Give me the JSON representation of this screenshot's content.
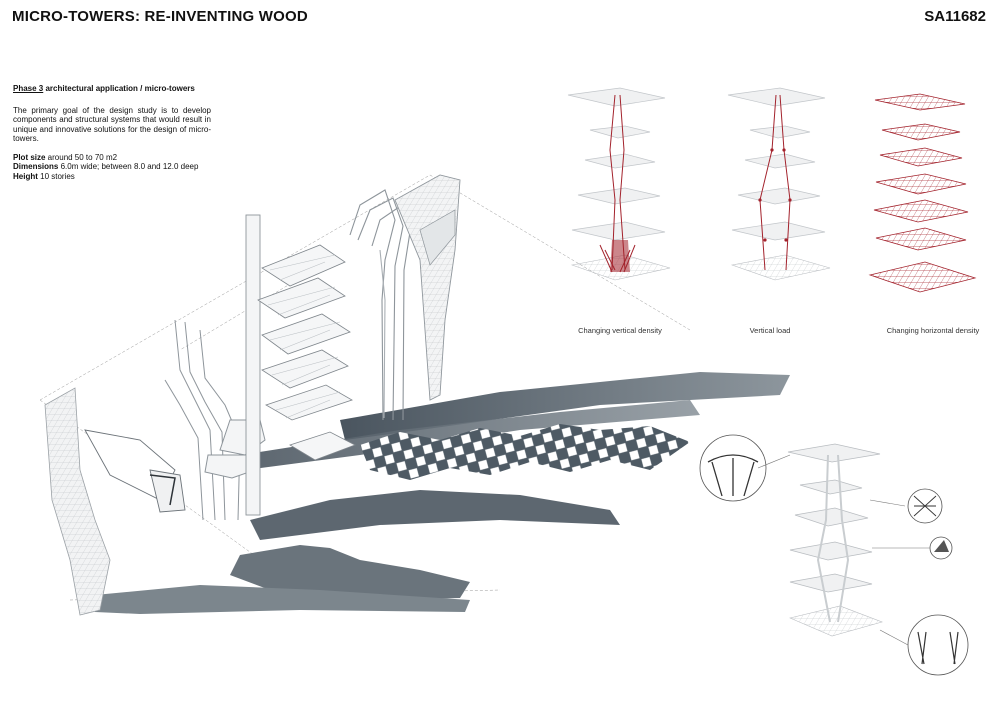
{
  "header": {
    "title": "MICRO-TOWERS: RE-INVENTING WOOD",
    "code": "SA11682"
  },
  "intro": {
    "phase_label": "Phase 3",
    "phase_text": " architectural application / micro-towers",
    "description": "The primary goal of the design study is to develop components and structural systems that would result in unique and innovative solutions for the design of micro-towers.",
    "plot_label": "Plot size",
    "plot_value": " around 50 to 70 m2",
    "dimensions_label": "Dimensions",
    "dimensions_value": " 6.0m wide; between 8.0 and 12.0 deep",
    "height_label": "Height",
    "height_value": " 10 stories"
  },
  "diagrams": {
    "captions": [
      "Changing vertical density",
      "Vertical load",
      "Changing horizontal density"
    ]
  },
  "colors": {
    "accent_red": "#a3222c",
    "shadow": "#5d6770",
    "line": "#b8bcc0"
  }
}
